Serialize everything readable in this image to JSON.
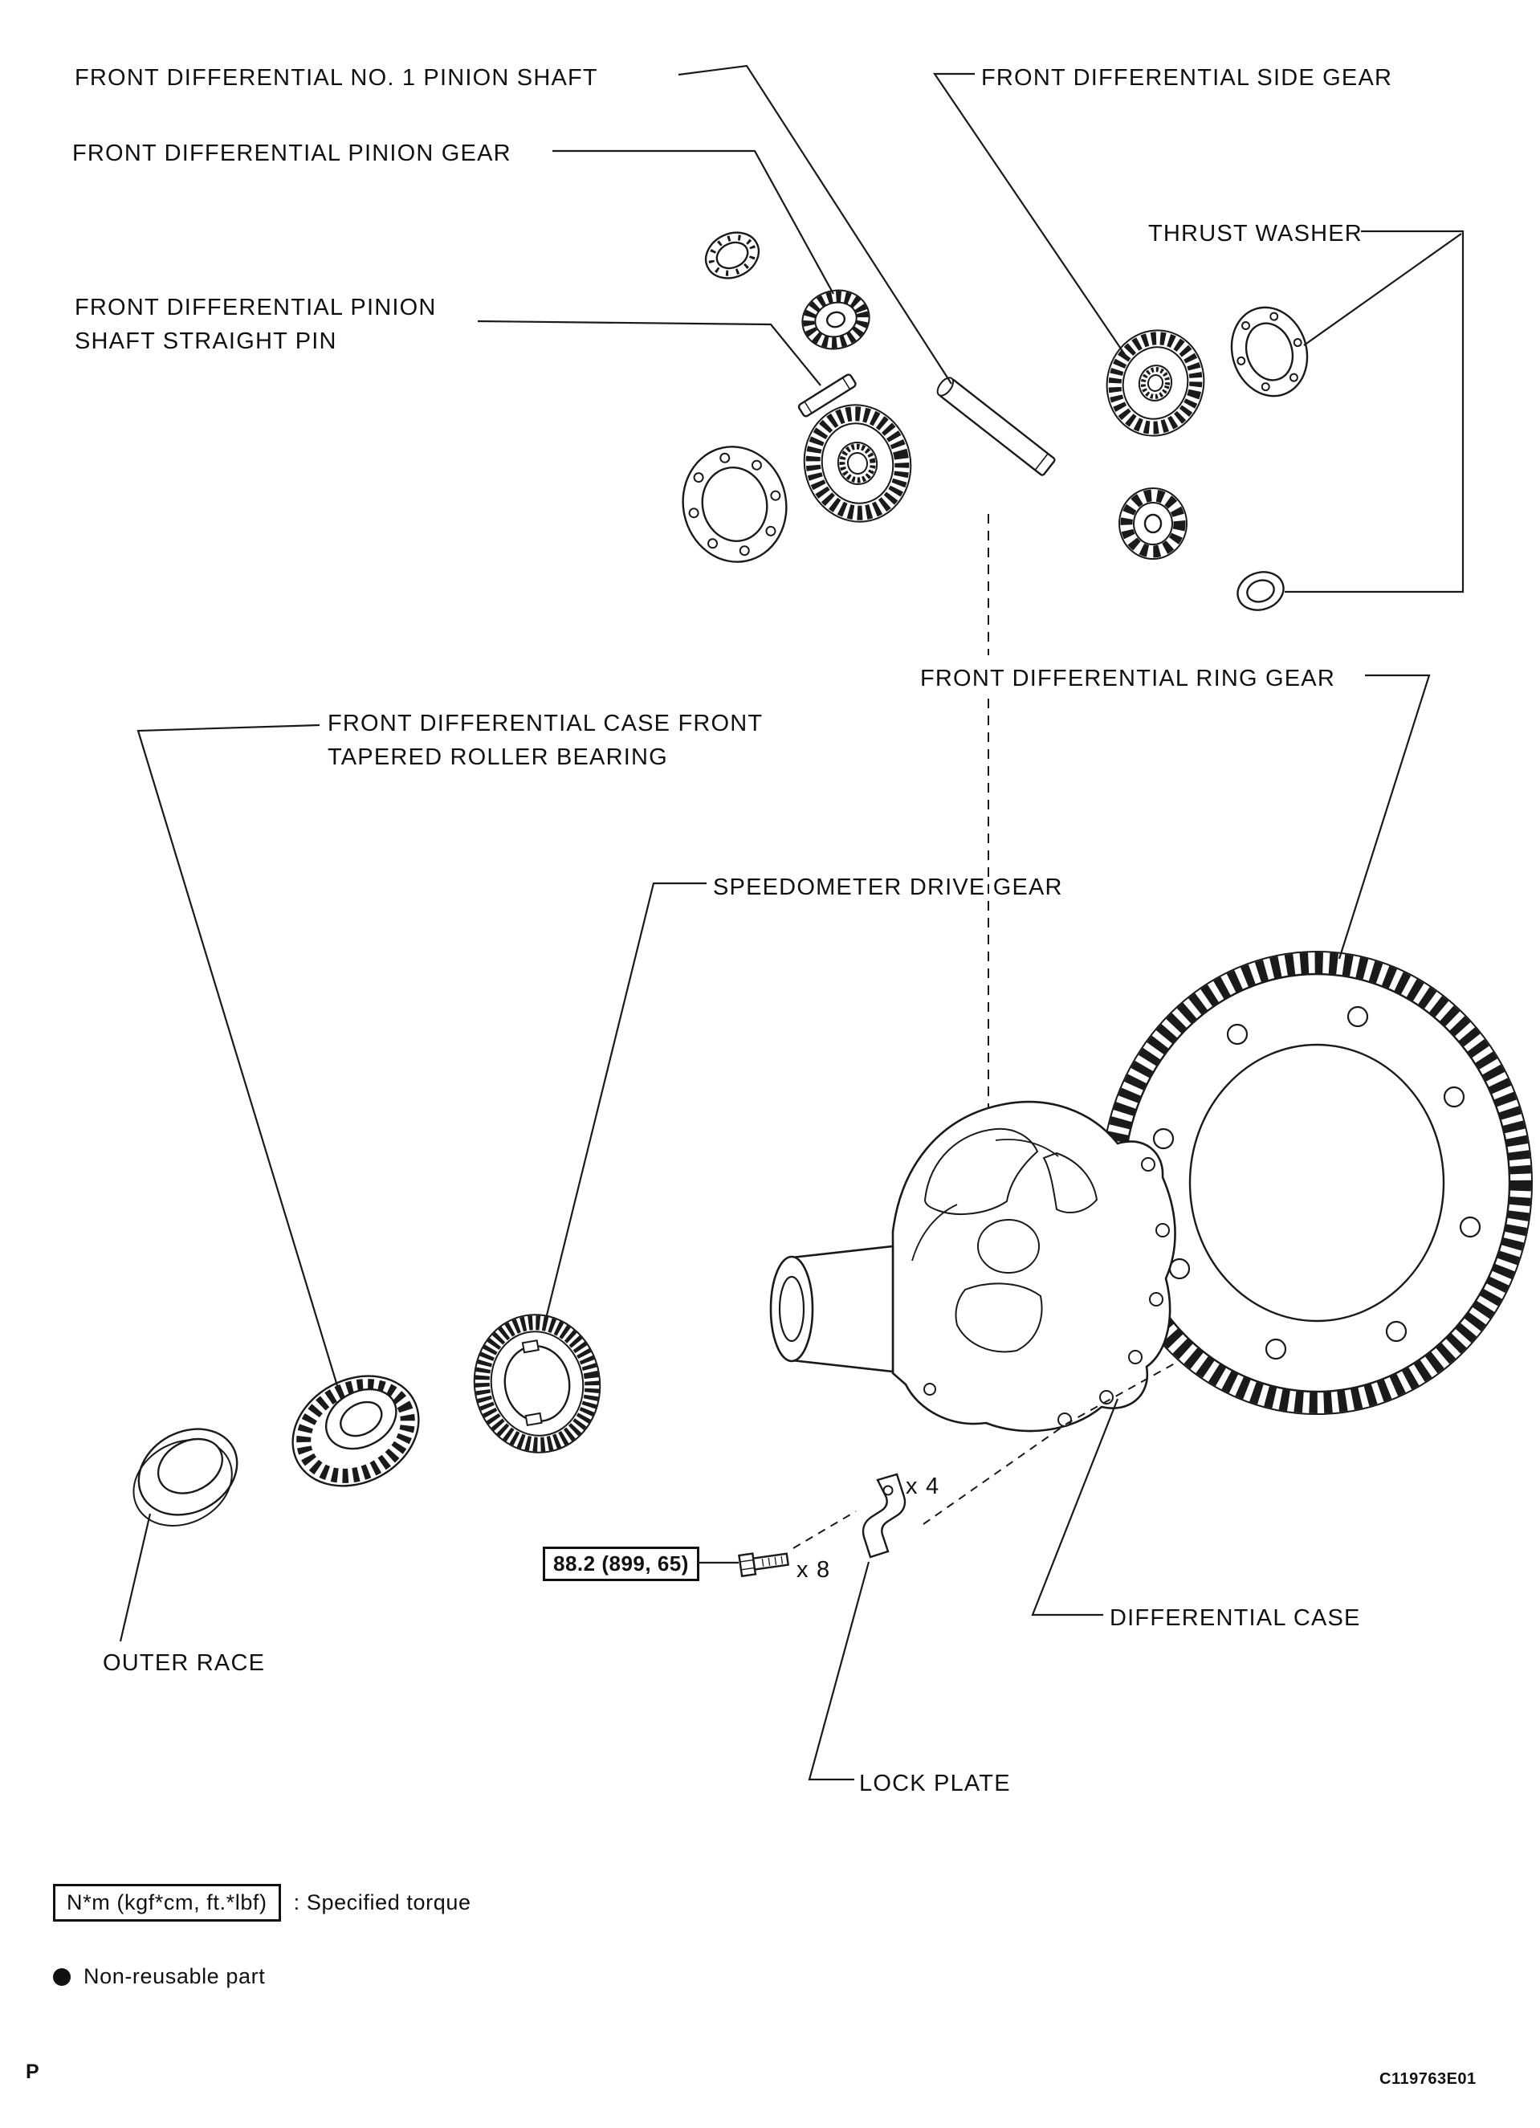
{
  "labels": {
    "no1_pinion_shaft": "FRONT DIFFERENTIAL NO. 1 PINION SHAFT",
    "pinion_gear": "FRONT DIFFERENTIAL PINION GEAR",
    "straight_pin_line1": "FRONT DIFFERENTIAL PINION",
    "straight_pin_line2": "SHAFT STRAIGHT PIN",
    "side_gear": "FRONT DIFFERENTIAL SIDE GEAR",
    "thrust_washer": "THRUST WASHER",
    "ring_gear": "FRONT DIFFERENTIAL RING GEAR",
    "tapered_bearing_line1": "FRONT DIFFERENTIAL CASE FRONT",
    "tapered_bearing_line2": "TAPERED ROLLER BEARING",
    "speedo_gear": "SPEEDOMETER DRIVE GEAR",
    "differential_case": "DIFFERENTIAL CASE",
    "outer_race": "OUTER RACE",
    "lock_plate": "LOCK PLATE"
  },
  "torque_spec": "88.2 (899, 65)",
  "quantities": {
    "lock_plate": "x 4",
    "bolt": "x 8"
  },
  "legend": {
    "torque_unit": "N*m (kgf*cm, ft.*lbf)",
    "torque_desc": ": Specified torque",
    "non_reusable": "Non-reusable part",
    "non_reusable_icon": "filled-black-circle"
  },
  "footer": {
    "page_marker": "P",
    "figure_code": "C119763E01"
  }
}
